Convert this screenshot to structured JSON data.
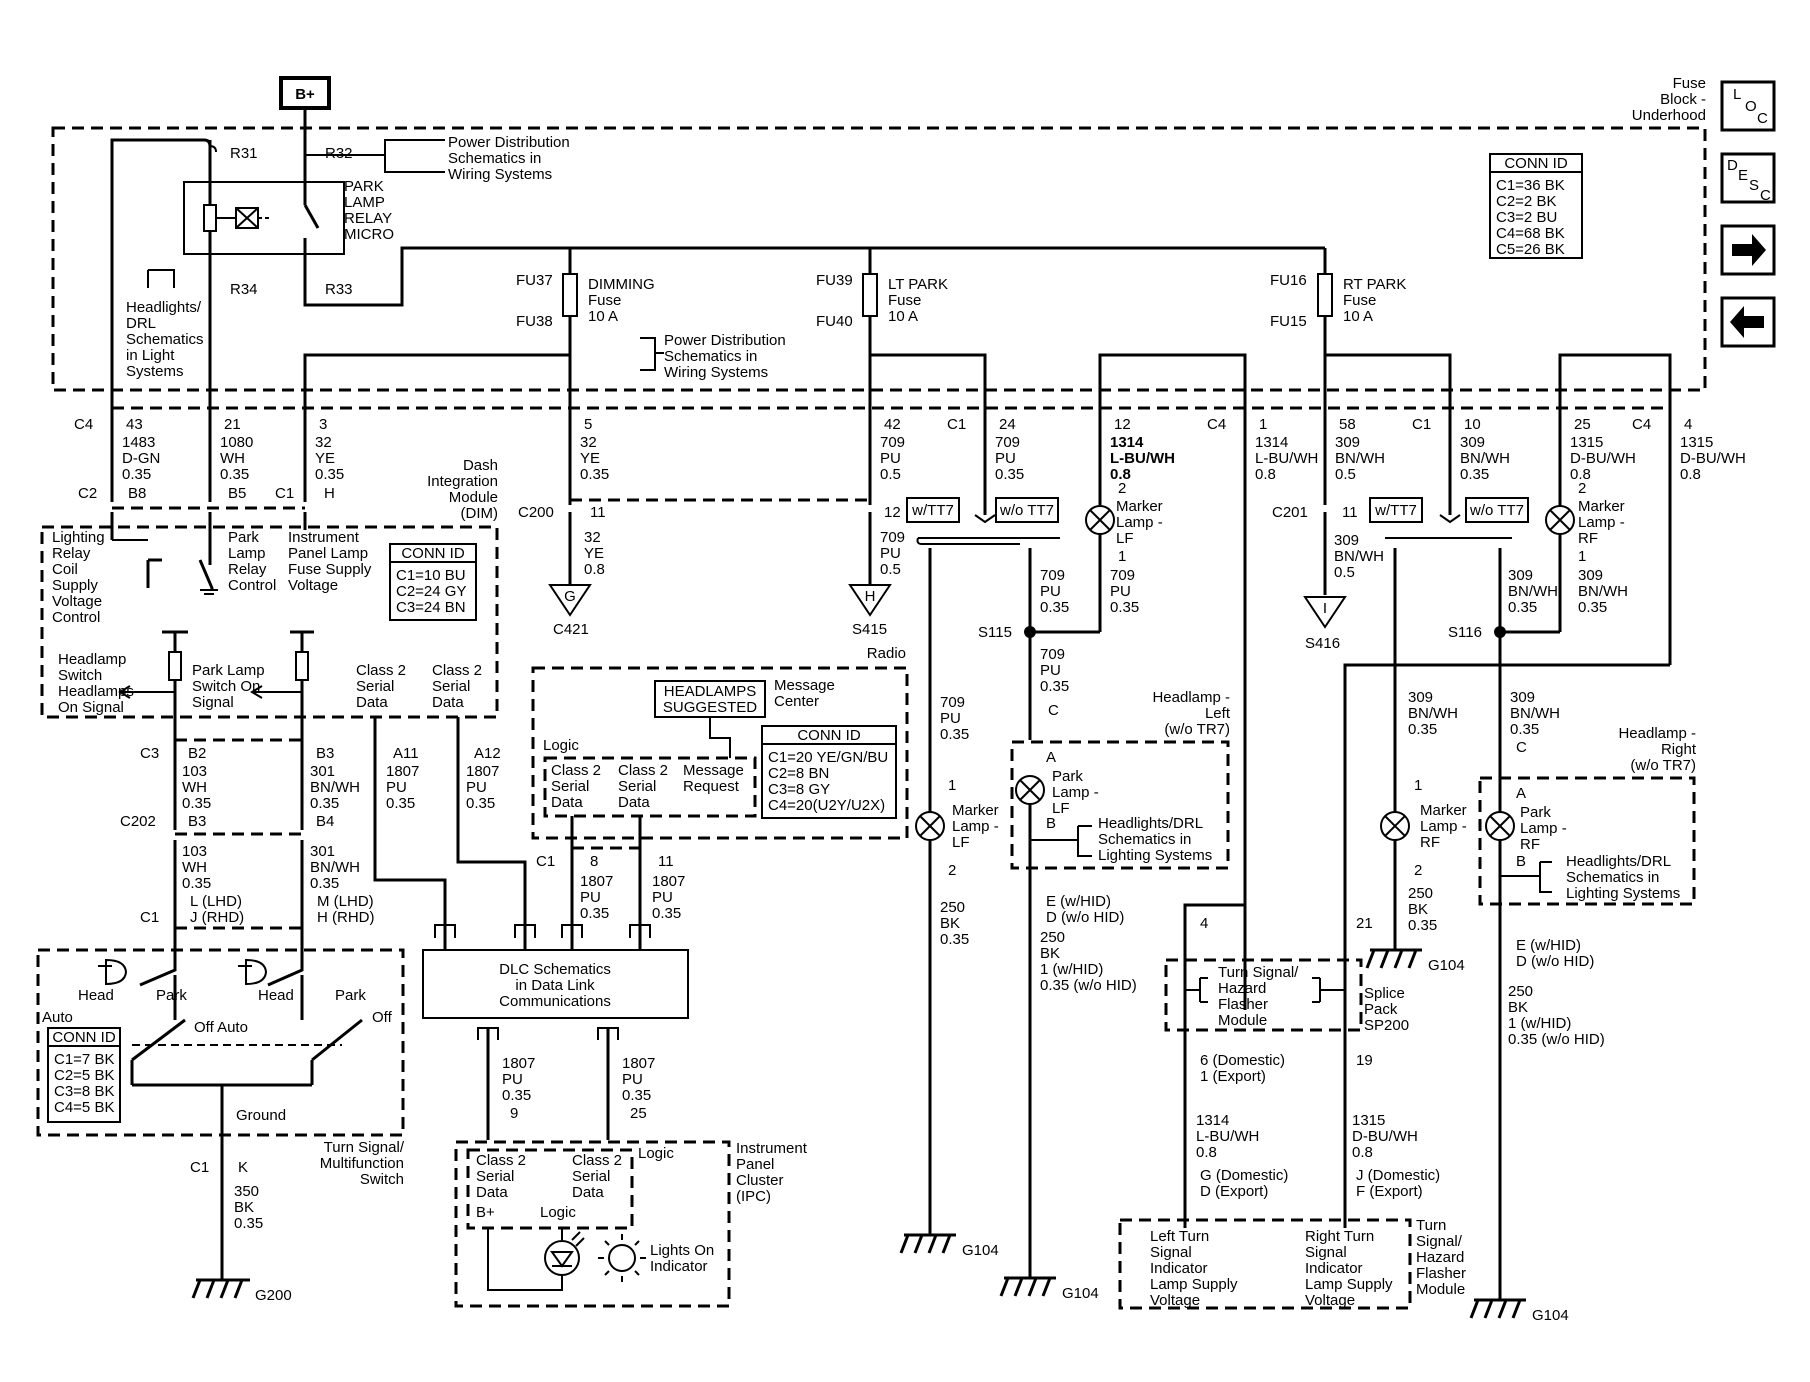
{
  "header": {
    "bplus": "B+",
    "fuse_block_1": "Fuse",
    "fuse_block_2": "Block -",
    "fuse_block_3": "Underhood"
  },
  "nav": {
    "loc": [
      "L",
      "O",
      "C"
    ],
    "desc": [
      "D",
      "E",
      "S",
      "C"
    ]
  },
  "fuse_conn": {
    "title": "CONN ID",
    "rows": [
      "C1=36 BK",
      "C2=2 BK",
      "C3=2 BU",
      "C4=68 BK",
      "C5=26 BK"
    ]
  },
  "relay": {
    "r31": "R31",
    "r32": "R32",
    "r33": "R33",
    "r34": "R34",
    "lines": [
      "PARK",
      "LAMP",
      "RELAY",
      "MICRO"
    ],
    "pds_top": [
      "Power Distribution",
      "Schematics in",
      "Wiring Systems"
    ],
    "drl_ref": [
      "Headlights/",
      "DRL",
      "Schematics",
      "in Light",
      "Systems"
    ]
  },
  "fuses": {
    "fu37": "FU37",
    "fu38": "FU38",
    "dimming": [
      "DIMMING",
      "Fuse",
      "10 A"
    ],
    "fu39": "FU39",
    "fu40": "FU40",
    "ltpark": [
      "LT PARK",
      "Fuse",
      "10 A"
    ],
    "fu16": "FU16",
    "fu15": "FU15",
    "rtpark": [
      "RT PARK",
      "Fuse",
      "10 A"
    ],
    "pds_mid": [
      "Power Distribution",
      "Schematics in",
      "Wiring Systems"
    ]
  },
  "wires_top": [
    {
      "conn": "C4",
      "pin": "43",
      "circ": "1483",
      "color": "D-GN",
      "gauge": "0.35"
    },
    {
      "conn": "",
      "pin": "21",
      "circ": "1080",
      "color": "WH",
      "gauge": "0.35"
    },
    {
      "conn": "",
      "pin": "3",
      "circ": "32",
      "color": "YE",
      "gauge": "0.35"
    },
    {
      "conn": "",
      "pin": "5",
      "circ": "32",
      "color": "YE",
      "gauge": "0.35"
    },
    {
      "conn": "",
      "pin": "42",
      "circ": "709",
      "color": "PU",
      "gauge": "0.5"
    },
    {
      "conn": "C1",
      "pin": "24",
      "circ": "709",
      "color": "PU",
      "gauge": "0.35"
    },
    {
      "conn": "",
      "pin": "12",
      "circ": "1314",
      "color": "L-BU/WH",
      "gauge": "0.8"
    },
    {
      "conn": "C4",
      "pin": "1",
      "circ": "1314",
      "color": "L-BU/WH",
      "gauge": "0.8"
    },
    {
      "conn": "",
      "pin": "58",
      "circ": "309",
      "color": "BN/WH",
      "gauge": "0.5"
    },
    {
      "conn": "C1",
      "pin": "10",
      "circ": "309",
      "color": "BN/WH",
      "gauge": "0.35"
    },
    {
      "conn": "",
      "pin": "25",
      "circ": "1315",
      "color": "D-BU/WH",
      "gauge": "0.8"
    },
    {
      "conn": "C4",
      "pin": "4",
      "circ": "1315",
      "color": "D-BU/WH",
      "gauge": "0.8"
    }
  ],
  "dim": {
    "title": [
      "Dash",
      "Integration",
      "Module",
      "(DIM)"
    ],
    "c2": "C2",
    "b8": "B8",
    "b5": "B5",
    "c1": "C1",
    "h": "H",
    "lighting": [
      "Lighting",
      "Relay",
      "Coil",
      "Supply",
      "Voltage",
      "Control"
    ],
    "park_relay": [
      "Park",
      "Lamp",
      "Relay",
      "Control"
    ],
    "ipl": [
      "Instrument",
      "Panel Lamp",
      "Fuse Supply",
      "Voltage"
    ],
    "conn_title": "CONN ID",
    "conn_rows": [
      "C1=10 BU",
      "C2=24 GY",
      "C3=24 BN"
    ],
    "hs": [
      "Headlamp",
      "Switch",
      "Headlamps",
      "On Signal"
    ],
    "ps": [
      "Park Lamp",
      "Switch On",
      "Signal"
    ],
    "cs1": [
      "Class 2",
      "Serial",
      "Data"
    ],
    "cs2": [
      "Class 2",
      "Serial",
      "Data"
    ]
  },
  "c200": {
    "label": "C200",
    "pin11": "11",
    "pin12": "12",
    "w1": [
      "32",
      "YE",
      "0.8"
    ],
    "g": "G",
    "c421": "C421",
    "w2": [
      "709",
      "PU",
      "0.5"
    ],
    "h": "H",
    "s415": "S415"
  },
  "wtt7": {
    "a": "w/TT7",
    "b": "w/o TT7",
    "c": "w/TT7",
    "d": "w/o TT7"
  },
  "radio": {
    "title": "Radio",
    "hs": [
      "HEADLAMPS",
      "SUGGESTED"
    ],
    "mc": [
      "Message",
      "Center"
    ],
    "logic": "Logic",
    "cs1": [
      "Class 2",
      "Serial",
      "Data"
    ],
    "cs2": [
      "Class 2",
      "Serial",
      "Data"
    ],
    "mr": [
      "Message",
      "Request"
    ],
    "conn_title": "CONN ID",
    "conn_rows": [
      "C1=20 YE/GN/BU",
      "C2=8 BN",
      "C3=8 GY",
      "C4=20(U2Y/U2X)"
    ],
    "c1": "C1",
    "p8": "8",
    "p11": "11",
    "w8": [
      "1807",
      "PU",
      "0.35"
    ],
    "w11": [
      "1807",
      "PU",
      "0.35"
    ]
  },
  "lower_left": {
    "c3": "C3",
    "b2": "B2",
    "b3": "B3",
    "a11": "A11",
    "a12": "A12",
    "w_b2": [
      "103",
      "WH",
      "0.35"
    ],
    "w_b3": [
      "301",
      "BN/WH",
      "0.35"
    ],
    "w_a11": [
      "1807",
      "PU",
      "0.35"
    ],
    "w_a12": [
      "1807",
      "PU",
      "0.35"
    ],
    "c202": "C202",
    "b3b": "B3",
    "b4": "B4",
    "w2_b3": [
      "103",
      "WH",
      "0.35"
    ],
    "w2_b4": [
      "301",
      "BN/WH",
      "0.35"
    ],
    "c1": "C1",
    "lhd1": [
      "L (LHD)",
      "J (RHD)"
    ],
    "lhd2": [
      "M (LHD)",
      "H (RHD)"
    ]
  },
  "ts_switch": {
    "head1": "Head",
    "park1": "Park",
    "head2": "Head",
    "park2": "Park",
    "auto": "Auto",
    "off_auto": "Off Auto",
    "off": "Off",
    "conn_title": "CONN ID",
    "conn_rows": [
      "C1=7 BK",
      "C2=5 BK",
      "C3=8 BK",
      "C4=5 BK"
    ],
    "ground": "Ground",
    "title": [
      "Turn Signal/",
      "Multifunction",
      "Switch"
    ],
    "c1": "C1",
    "k": "K",
    "w": [
      "350",
      "BK",
      "0.35"
    ],
    "g200": "G200"
  },
  "dlc": {
    "title": [
      "DLC Schematics",
      "in Data Link",
      "Communications"
    ],
    "w1": [
      "1807",
      "PU",
      "0.35"
    ],
    "p9": "9",
    "w2": [
      "1807",
      "PU",
      "0.35"
    ],
    "p25": "25"
  },
  "ipc": {
    "title": [
      "Instrument",
      "Panel",
      "Cluster",
      "(IPC)"
    ],
    "cs1": [
      "Class 2",
      "Serial",
      "Data"
    ],
    "cs2": [
      "Class 2",
      "Serial",
      "Data"
    ],
    "logic_r": "Logic",
    "bplus": "B+",
    "logic": "Logic",
    "lights": [
      "Lights On",
      "Indicator"
    ]
  },
  "left_lamps": {
    "marker_lf_top": [
      "Marker",
      "Lamp -",
      "LF"
    ],
    "p2": "2",
    "p1": "1",
    "w_s115": [
      "709",
      "PU",
      "0.35"
    ],
    "w_right": [
      "709",
      "PU",
      "0.35"
    ],
    "s115": "S115",
    "w_down": [
      "709",
      "PU",
      "0.35"
    ],
    "c": "C",
    "hl_left": [
      "Headlamp -",
      "Left",
      "(w/o TR7)"
    ],
    "a": "A",
    "park_lf": [
      "Park",
      "Lamp -",
      "LF"
    ],
    "b": "B",
    "drl": [
      "Headlights/DRL",
      "Schematics in",
      "Lighting Systems"
    ],
    "w_mlf": [
      "709",
      "PU",
      "0.35"
    ],
    "p1b": "1",
    "marker_lf2": [
      "Marker",
      "Lamp -",
      "LF"
    ],
    "p2b": "2",
    "w_250": [
      "250",
      "BK",
      "0.35"
    ],
    "g104a": "G104",
    "ehid": [
      "E (w/HID)",
      "D (w/o HID)"
    ],
    "w_250b": [
      "250",
      "BK",
      "1 (w/HID)",
      "0.35 (w/o HID)"
    ],
    "g104b": "G104"
  },
  "c201": {
    "label": "C201",
    "pin": "11",
    "w": [
      "309",
      "BN/WH",
      "0.5"
    ],
    "i": "I",
    "s416": "S416"
  },
  "right_lamps": {
    "marker_rf_top": [
      "Marker",
      "Lamp -",
      "RF"
    ],
    "p2": "2",
    "p1": "1",
    "w_s116": [
      "309",
      "BN/WH",
      "0.35"
    ],
    "w_right": [
      "309",
      "BN/WH",
      "0.35"
    ],
    "s116": "S116",
    "w_a": [
      "309",
      "BN/WH",
      "0.35"
    ],
    "w_b": [
      "309",
      "BN/WH",
      "0.35"
    ],
    "c": "C",
    "hl_right": [
      "Headlamp -",
      "Right",
      "(w/o TR7)"
    ],
    "a": "A",
    "park_rf": [
      "Park",
      "Lamp -",
      "RF"
    ],
    "b": "B",
    "drl": [
      "Headlights/DRL",
      "Schematics in",
      "Lighting Systems"
    ],
    "p1b": "1",
    "marker_rf2": [
      "Marker",
      "Lamp -",
      "RF"
    ],
    "p2b": "2",
    "w_250": [
      "250",
      "BK",
      "0.35"
    ],
    "g104": "G104",
    "ehid": [
      "E (w/HID)",
      "D (w/o HID)"
    ],
    "w_250b": [
      "250",
      "BK",
      "1 (w/HID)",
      "0.35 (w/o HID)"
    ],
    "g104b": "G104"
  },
  "flasher": {
    "p4": "4",
    "p21": "21",
    "title": [
      "Turn Signal/",
      "Hazard",
      "Flasher",
      "Module"
    ],
    "splice": [
      "Splice",
      "Pack",
      "SP200"
    ],
    "p6": [
      "6 (Domestic)",
      "1 (Export)"
    ],
    "p19": "19",
    "w1": [
      "1314",
      "L-BU/WH",
      "0.8"
    ],
    "w2": [
      "1315",
      "D-BU/WH",
      "0.8"
    ],
    "g": [
      "G (Domestic)",
      "D (Export)"
    ],
    "j": [
      "J (Domestic)",
      "F (Export)"
    ],
    "left": [
      "Left Turn",
      "Signal",
      "Indicator",
      "Lamp Supply",
      "Voltage"
    ],
    "right": [
      "Right Turn",
      "Signal",
      "Indicator",
      "Lamp Supply",
      "Voltage"
    ],
    "module": [
      "Turn",
      "Signal/",
      "Hazard",
      "Flasher",
      "Module"
    ]
  }
}
